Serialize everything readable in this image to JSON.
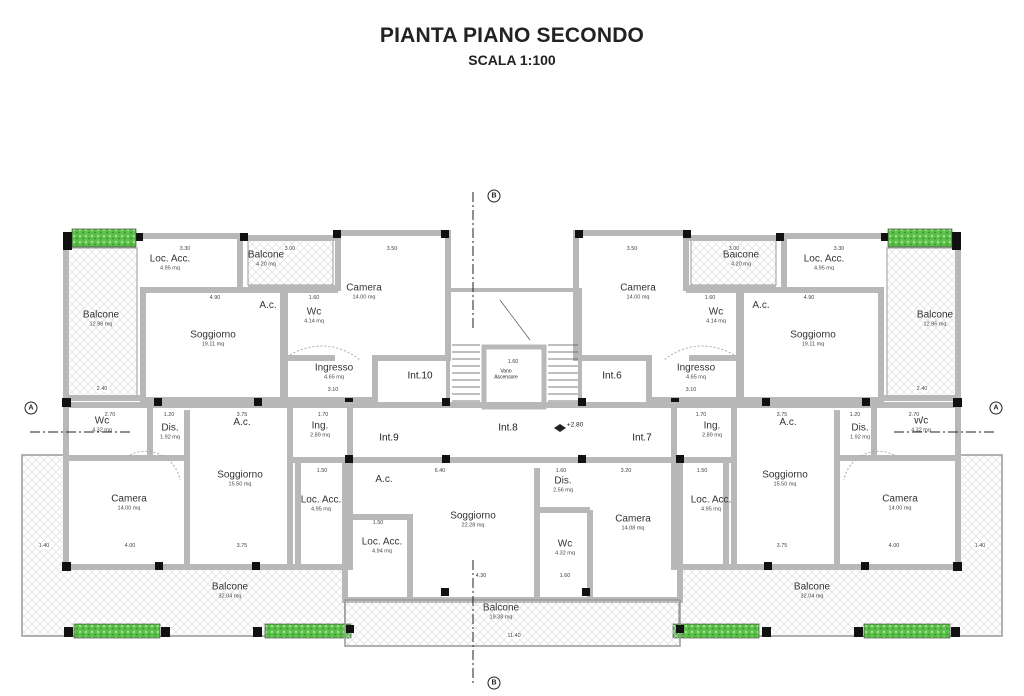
{
  "title": "PIANTA PIANO SECONDO",
  "scale": "SCALA 1:100",
  "level": "+2.80",
  "elevator": {
    "line1": "Vano",
    "line2": "Ascensore",
    "width": "1.60"
  },
  "section_markers": {
    "a": "A",
    "b": "B"
  },
  "units": [
    "Int.10",
    "Int.9",
    "Int.8",
    "Int.7",
    "Int.6"
  ],
  "rooms": [
    {
      "name": "Loc. Acc.",
      "area": "4.95 mq"
    },
    {
      "name": "Balcone",
      "area": "4.20 mq"
    },
    {
      "name": "Camera",
      "area": "14.00 mq"
    },
    {
      "name": "Balcone",
      "area": "12.96 mq"
    },
    {
      "name": "Soggiorno",
      "area": "19.11 mq"
    },
    {
      "name": "A.c.",
      "area": ""
    },
    {
      "name": "Wc",
      "area": "4.14 mq"
    },
    {
      "name": "Ingresso",
      "area": "4.65 mq"
    },
    {
      "name": "Wc",
      "area": "4.32 mq"
    },
    {
      "name": "Dis.",
      "area": "1.92 mq"
    },
    {
      "name": "A.c.",
      "area": ""
    },
    {
      "name": "Ing.",
      "area": "2.89 mq"
    },
    {
      "name": "Soggiorno",
      "area": "15.50 mq"
    },
    {
      "name": "Camera",
      "area": "14.00 mq"
    },
    {
      "name": "Loc. Acc.",
      "area": "4.95 mq"
    },
    {
      "name": "Balcone",
      "area": "32.04 mq"
    },
    {
      "name": "A.c.",
      "area": ""
    },
    {
      "name": "Loc. Acc.",
      "area": "4.94 mq"
    },
    {
      "name": "Soggiorno",
      "area": "22.28 mq"
    },
    {
      "name": "Dis.",
      "area": "2.56 mq"
    },
    {
      "name": "Wc",
      "area": "4.32 mq"
    },
    {
      "name": "Camera",
      "area": "14.08 mq"
    },
    {
      "name": "Balcone",
      "area": "19.38 mq"
    },
    {
      "name": "Camera",
      "area": "14.00 mq"
    },
    {
      "name": "Balcone",
      "area": "4.20 mq"
    },
    {
      "name": "Loc. Acc.",
      "area": "4.95 mq"
    },
    {
      "name": "Balcone",
      "area": "12.96 mq"
    },
    {
      "name": "Soggiorno",
      "area": "19.11 mq"
    },
    {
      "name": "A.c.",
      "area": ""
    },
    {
      "name": "Wc",
      "area": "4.14 mq"
    },
    {
      "name": "Ingresso",
      "area": "4.65 mq"
    },
    {
      "name": "Ing.",
      "area": "2.89 mq"
    },
    {
      "name": "A.c.",
      "area": ""
    },
    {
      "name": "Dis.",
      "area": "1.92 mq"
    },
    {
      "name": "Wc",
      "area": "4.32 mq"
    },
    {
      "name": "Soggiorno",
      "area": "15.50 mq"
    },
    {
      "name": "Camera",
      "area": "14.00 mq"
    },
    {
      "name": "Loc. Acc.",
      "area": "4.95 mq"
    },
    {
      "name": "Balcone",
      "area": "32.04 mq"
    }
  ],
  "dims": [
    "3.30",
    "3.00",
    "3.50",
    "4.90",
    "1.60",
    "2.40",
    "3.10",
    "2.70",
    "1.20",
    "3.75",
    "1.70",
    "1.50",
    "4.00",
    "3.75",
    "1.40",
    "6.40",
    "1.60",
    "3.20",
    "4.30",
    "1.60",
    "11.40",
    "1.50",
    "3.30",
    "3.00",
    "3.50",
    "4.90",
    "1.60",
    "2.40",
    "3.10",
    "2.70",
    "1.20",
    "3.75",
    "1.70",
    "1.50",
    "4.00",
    "3.75",
    "1.40"
  ],
  "colors": {
    "wall": "#b8b8b8",
    "pillar": "#111111",
    "planter": "#5cbf4a"
  }
}
